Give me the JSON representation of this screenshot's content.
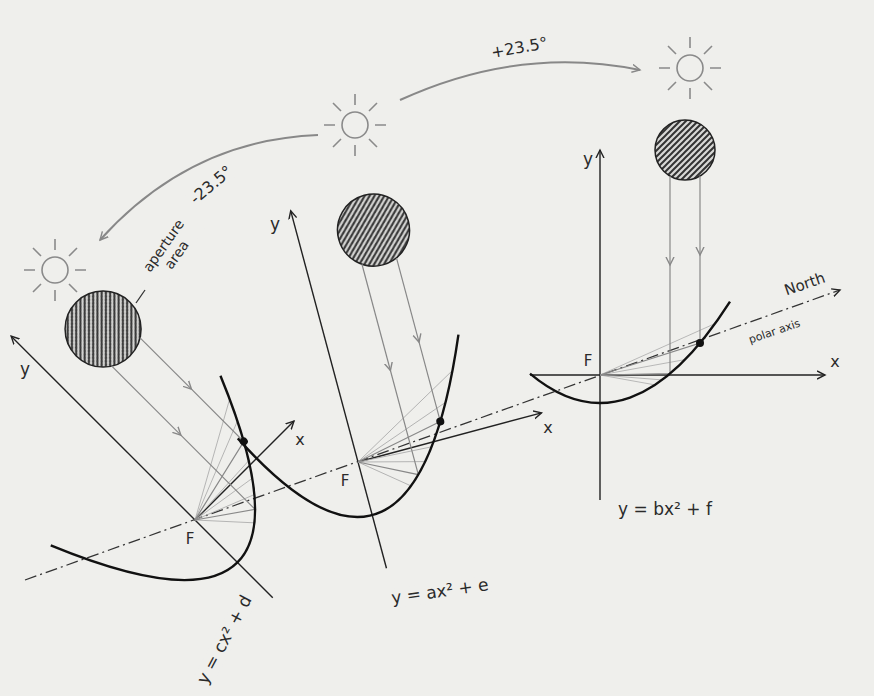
{
  "diagram": {
    "labels": [
      "-23.5°",
      "+23.5°",
      "aperture area",
      "y",
      "x",
      "F",
      "y = cx² + d",
      "y",
      "x",
      "F",
      "y = ax² + e",
      "y",
      "F",
      "x",
      "North",
      "polar axis",
      "y = bx² + f"
    ]
  }
}
